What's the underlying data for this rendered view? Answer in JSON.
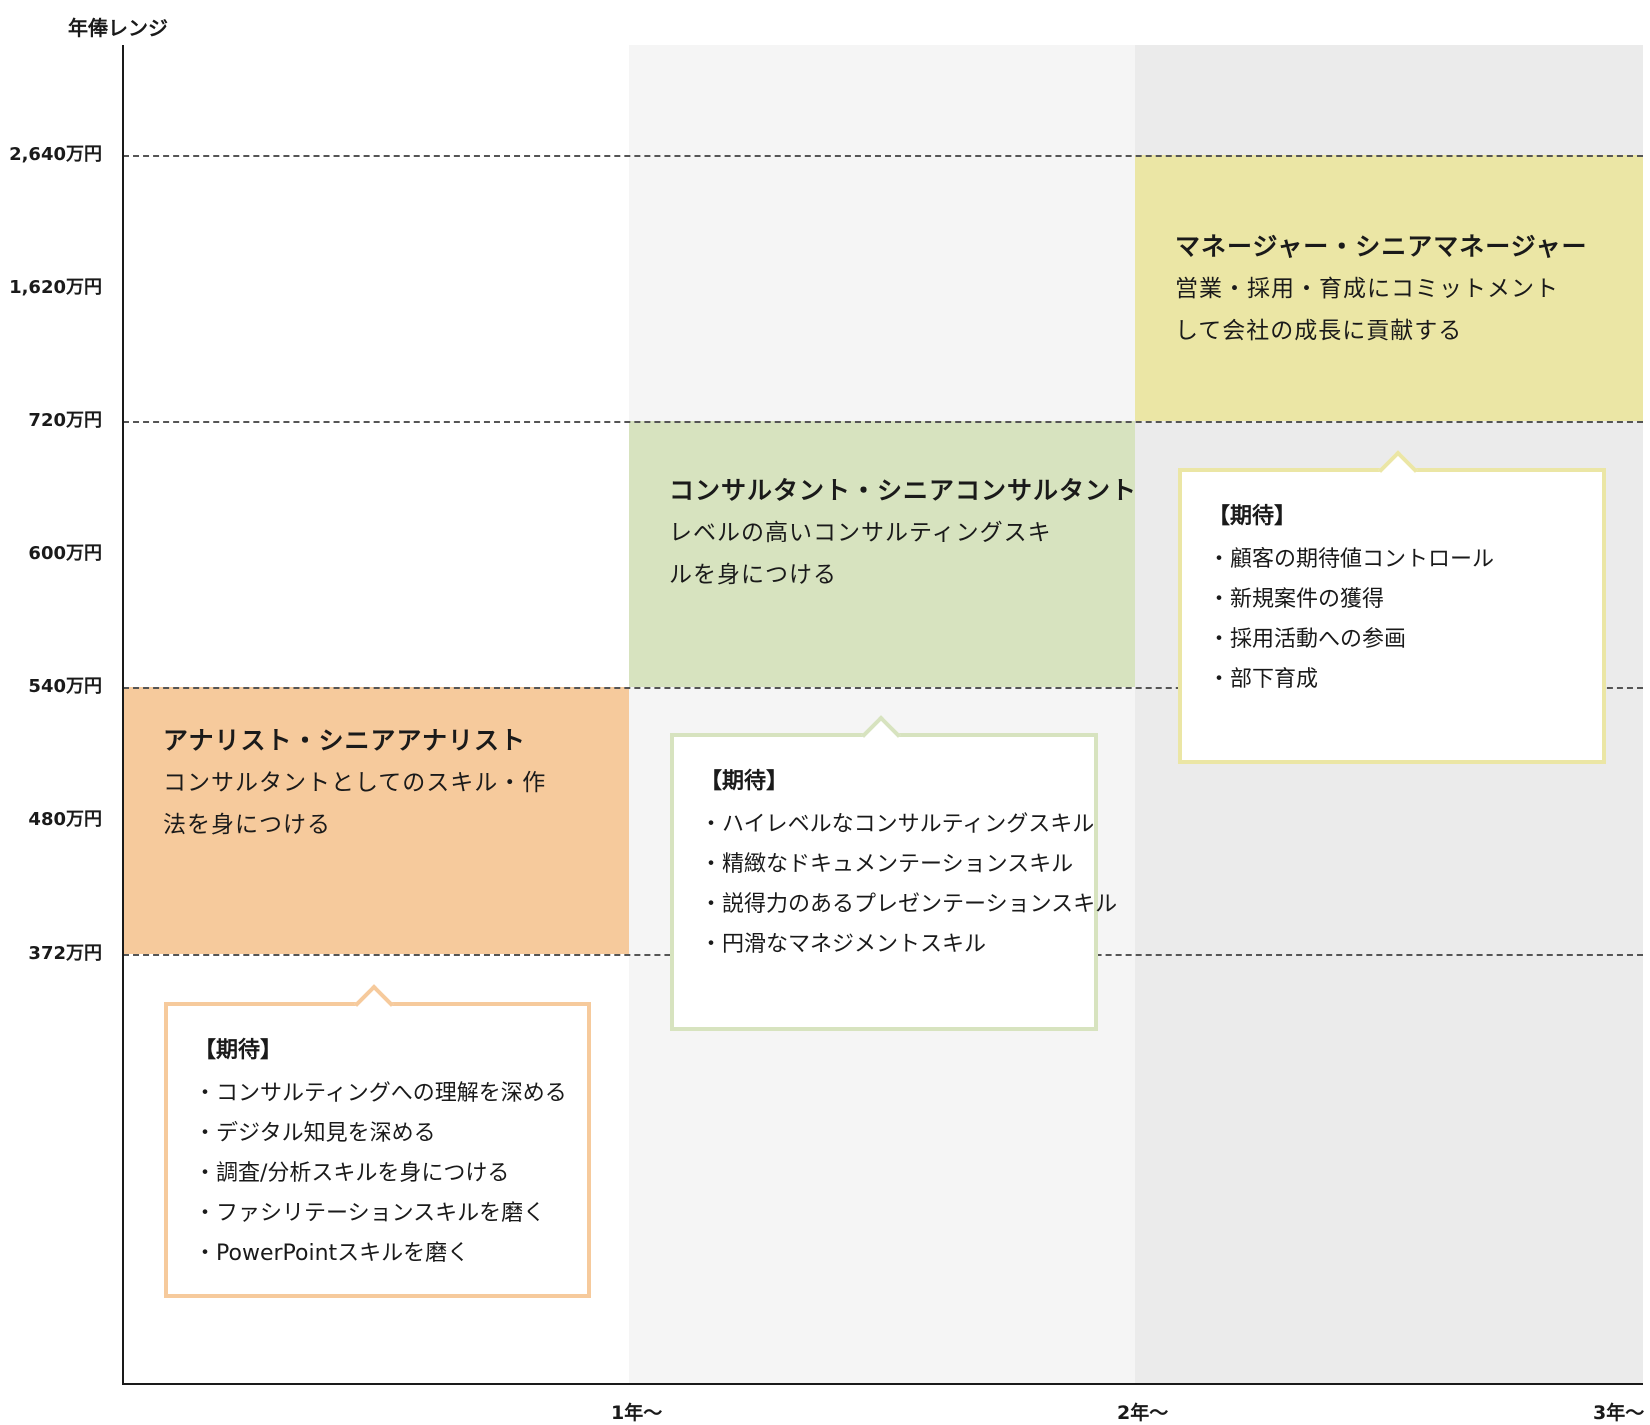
{
  "y_axis": {
    "title": "年俸レンジ",
    "ticks": [
      "2,640万円",
      "1,620万円",
      "720万円",
      "600万円",
      "540万円",
      "480万円",
      "372万円"
    ]
  },
  "x_axis": {
    "ticks": [
      "1年〜",
      "2年〜",
      "3年〜"
    ]
  },
  "levels": {
    "analyst": {
      "title": "アナリスト・シニアアナリスト",
      "desc_line1": "コンサルタントとしてのスキル・作",
      "desc_line2": "法を身につける",
      "color": "#f6ca9c",
      "expect_title": "【期待】",
      "expectations": [
        "コンサルティングへの理解を深める",
        "デジタル知見を深める",
        "調査/分析スキルを身につける",
        "ファシリテーションスキルを磨く",
        "PowerPointスキルを磨く"
      ]
    },
    "consultant": {
      "title": "コンサルタント・シニアコンサルタント",
      "desc_line1": "レベルの高いコンサルティングスキ",
      "desc_line2": "ルを身につける",
      "color": "#d7e3bf",
      "expect_title": "【期待】",
      "expectations": [
        "ハイレベルなコンサルティングスキル",
        "精緻なドキュメンテーションスキル",
        "説得力のあるプレゼンテーションスキル",
        "円滑なマネジメントスキル"
      ]
    },
    "manager": {
      "title": "マネージャー・シニアマネージャー",
      "desc_line1": "営業・採用・育成にコミットメント",
      "desc_line2": "して会社の成長に貢献する",
      "color": "#ebe6a5",
      "expect_title": "【期待】",
      "expectations": [
        "顧客の期待値コントロール",
        "新規案件の獲得",
        "採用活動への参画",
        "部下育成"
      ]
    }
  }
}
